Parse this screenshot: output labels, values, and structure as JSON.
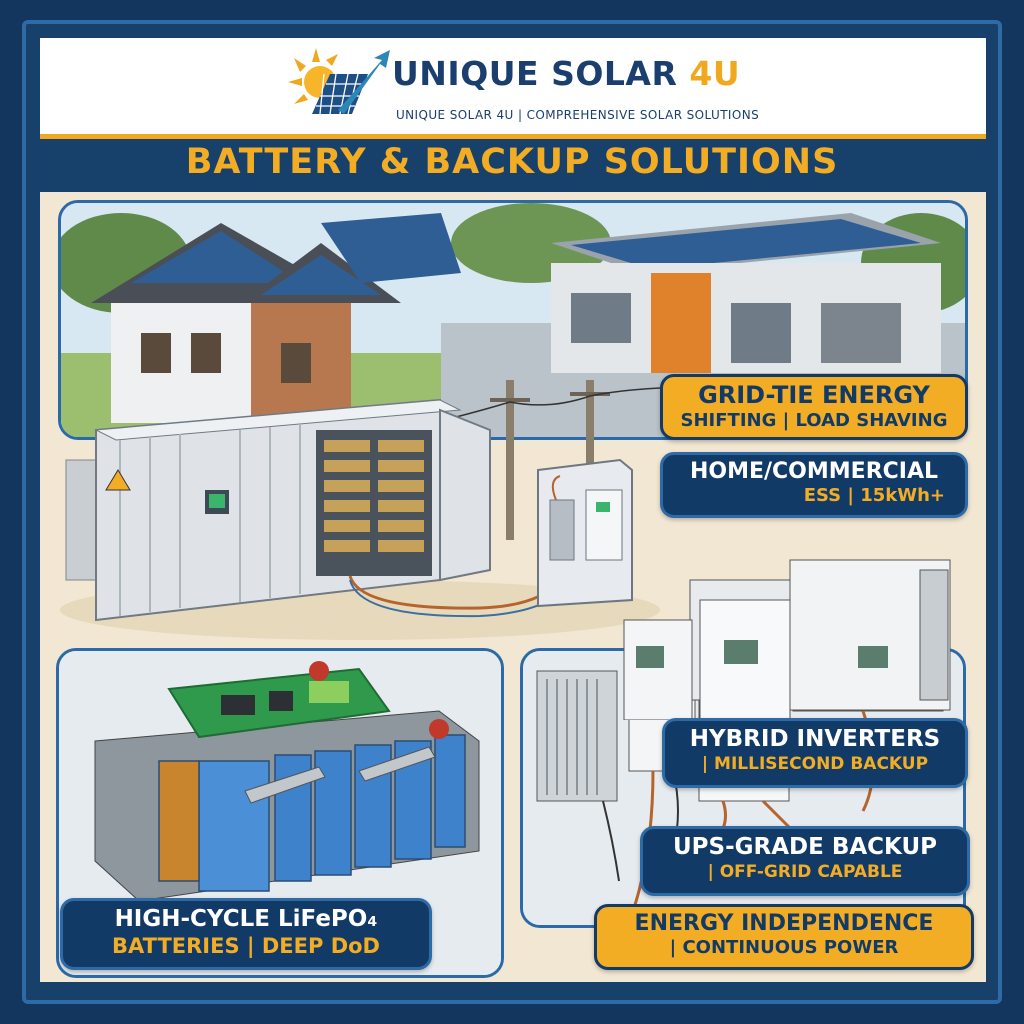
{
  "brand": {
    "name_main": "UNIQUE SOLAR",
    "name_accent": "4U",
    "tagline": "UNIQUE SOLAR 4U | COMPREHENSIVE SOLAR SOLUTIONS"
  },
  "title": "BATTERY & BACKUP SOLUTIONS",
  "labels": {
    "grid_tie": {
      "line1": "GRID-TIE ENERGY",
      "line2": "SHIFTING | LOAD SHAVING"
    },
    "home_commercial": {
      "line1": "HOME/COMMERCIAL",
      "line2": "ESS | 15kWh+"
    },
    "hybrid_inverters": {
      "line1": "HYBRID INVERTERS",
      "line2": "| MILLISECOND BACKUP"
    },
    "ups_backup": {
      "line1": "UPS-GRADE BACKUP",
      "line2": "| OFF-GRID CAPABLE"
    },
    "energy_independence": {
      "line1": "ENERGY INDEPENDENCE",
      "line2": "| CONTINUOUS POWER"
    },
    "lifepo4": {
      "line1": "HIGH-CYCLE LiFePO₄",
      "line2": "BATTERIES | DEEP DoD"
    }
  },
  "colors": {
    "navy": "#123a66",
    "gold": "#f2ad25",
    "frame_blue": "#2d6aa6"
  }
}
